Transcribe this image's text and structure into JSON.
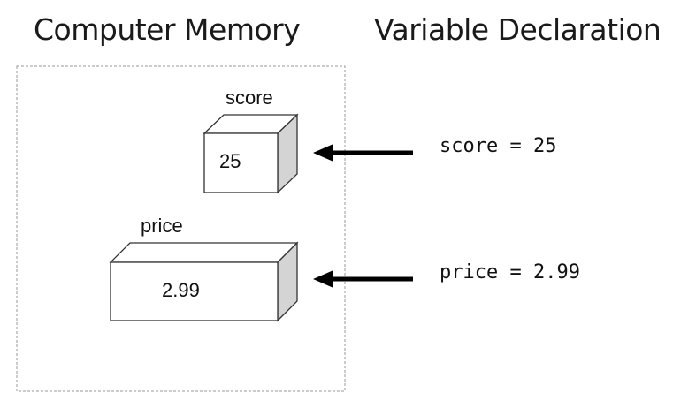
{
  "headings": {
    "memory": "Computer Memory",
    "declaration": "Variable Declaration"
  },
  "variables": [
    {
      "name": "score",
      "value": "25",
      "code": "score = 25"
    },
    {
      "name": "price",
      "value": "2.99",
      "code": "price = 2.99"
    }
  ],
  "colors": {
    "box_stroke": "#333333",
    "box_side": "#d4d4d4",
    "container_border": "#9a9a9a",
    "arrow": "#000000"
  }
}
